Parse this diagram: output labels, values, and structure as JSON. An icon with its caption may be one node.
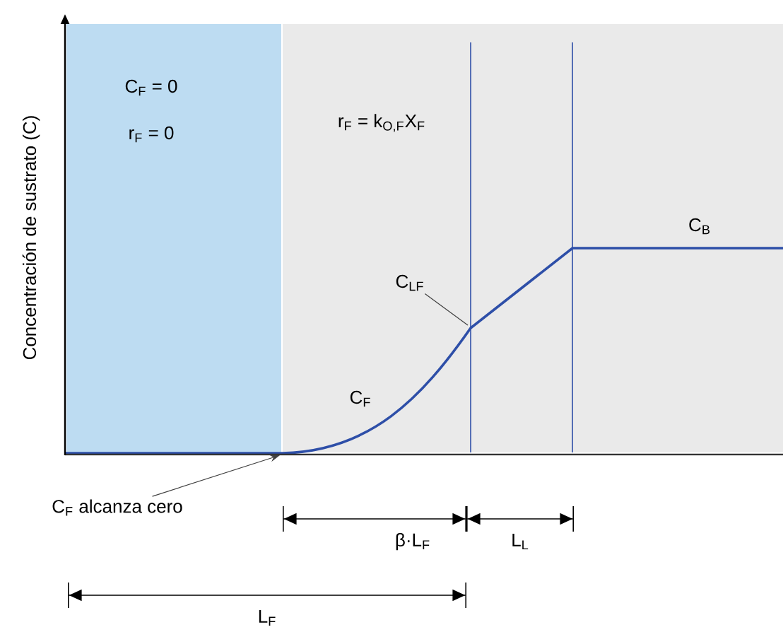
{
  "diagram": {
    "nodes": [
      {
        "text": [
          "C$_{LF}$"
        ]
      },
      {
        "text": [
          "C$_{F}$ alcanza cero"
        ]
      }
    ],
    "edges": [
      {
        "from": 0,
        "to": null,
        "arrow": "none"
      },
      {
        "from": 1,
        "to": null,
        "arrow": "to"
      }
    ],
    "labels": [
      "Concentración de sustrato (C)",
      "C$_{F}$ = 0",
      "r$_{F}$ = 0",
      "r$_{F}$ = k$_{O,F}$X$_{F}$",
      "C$_{B}$",
      "C$_{F}$",
      "β·L$_{F}$",
      "L$_{L}$",
      "L$_{F}$"
    ]
  }
}
